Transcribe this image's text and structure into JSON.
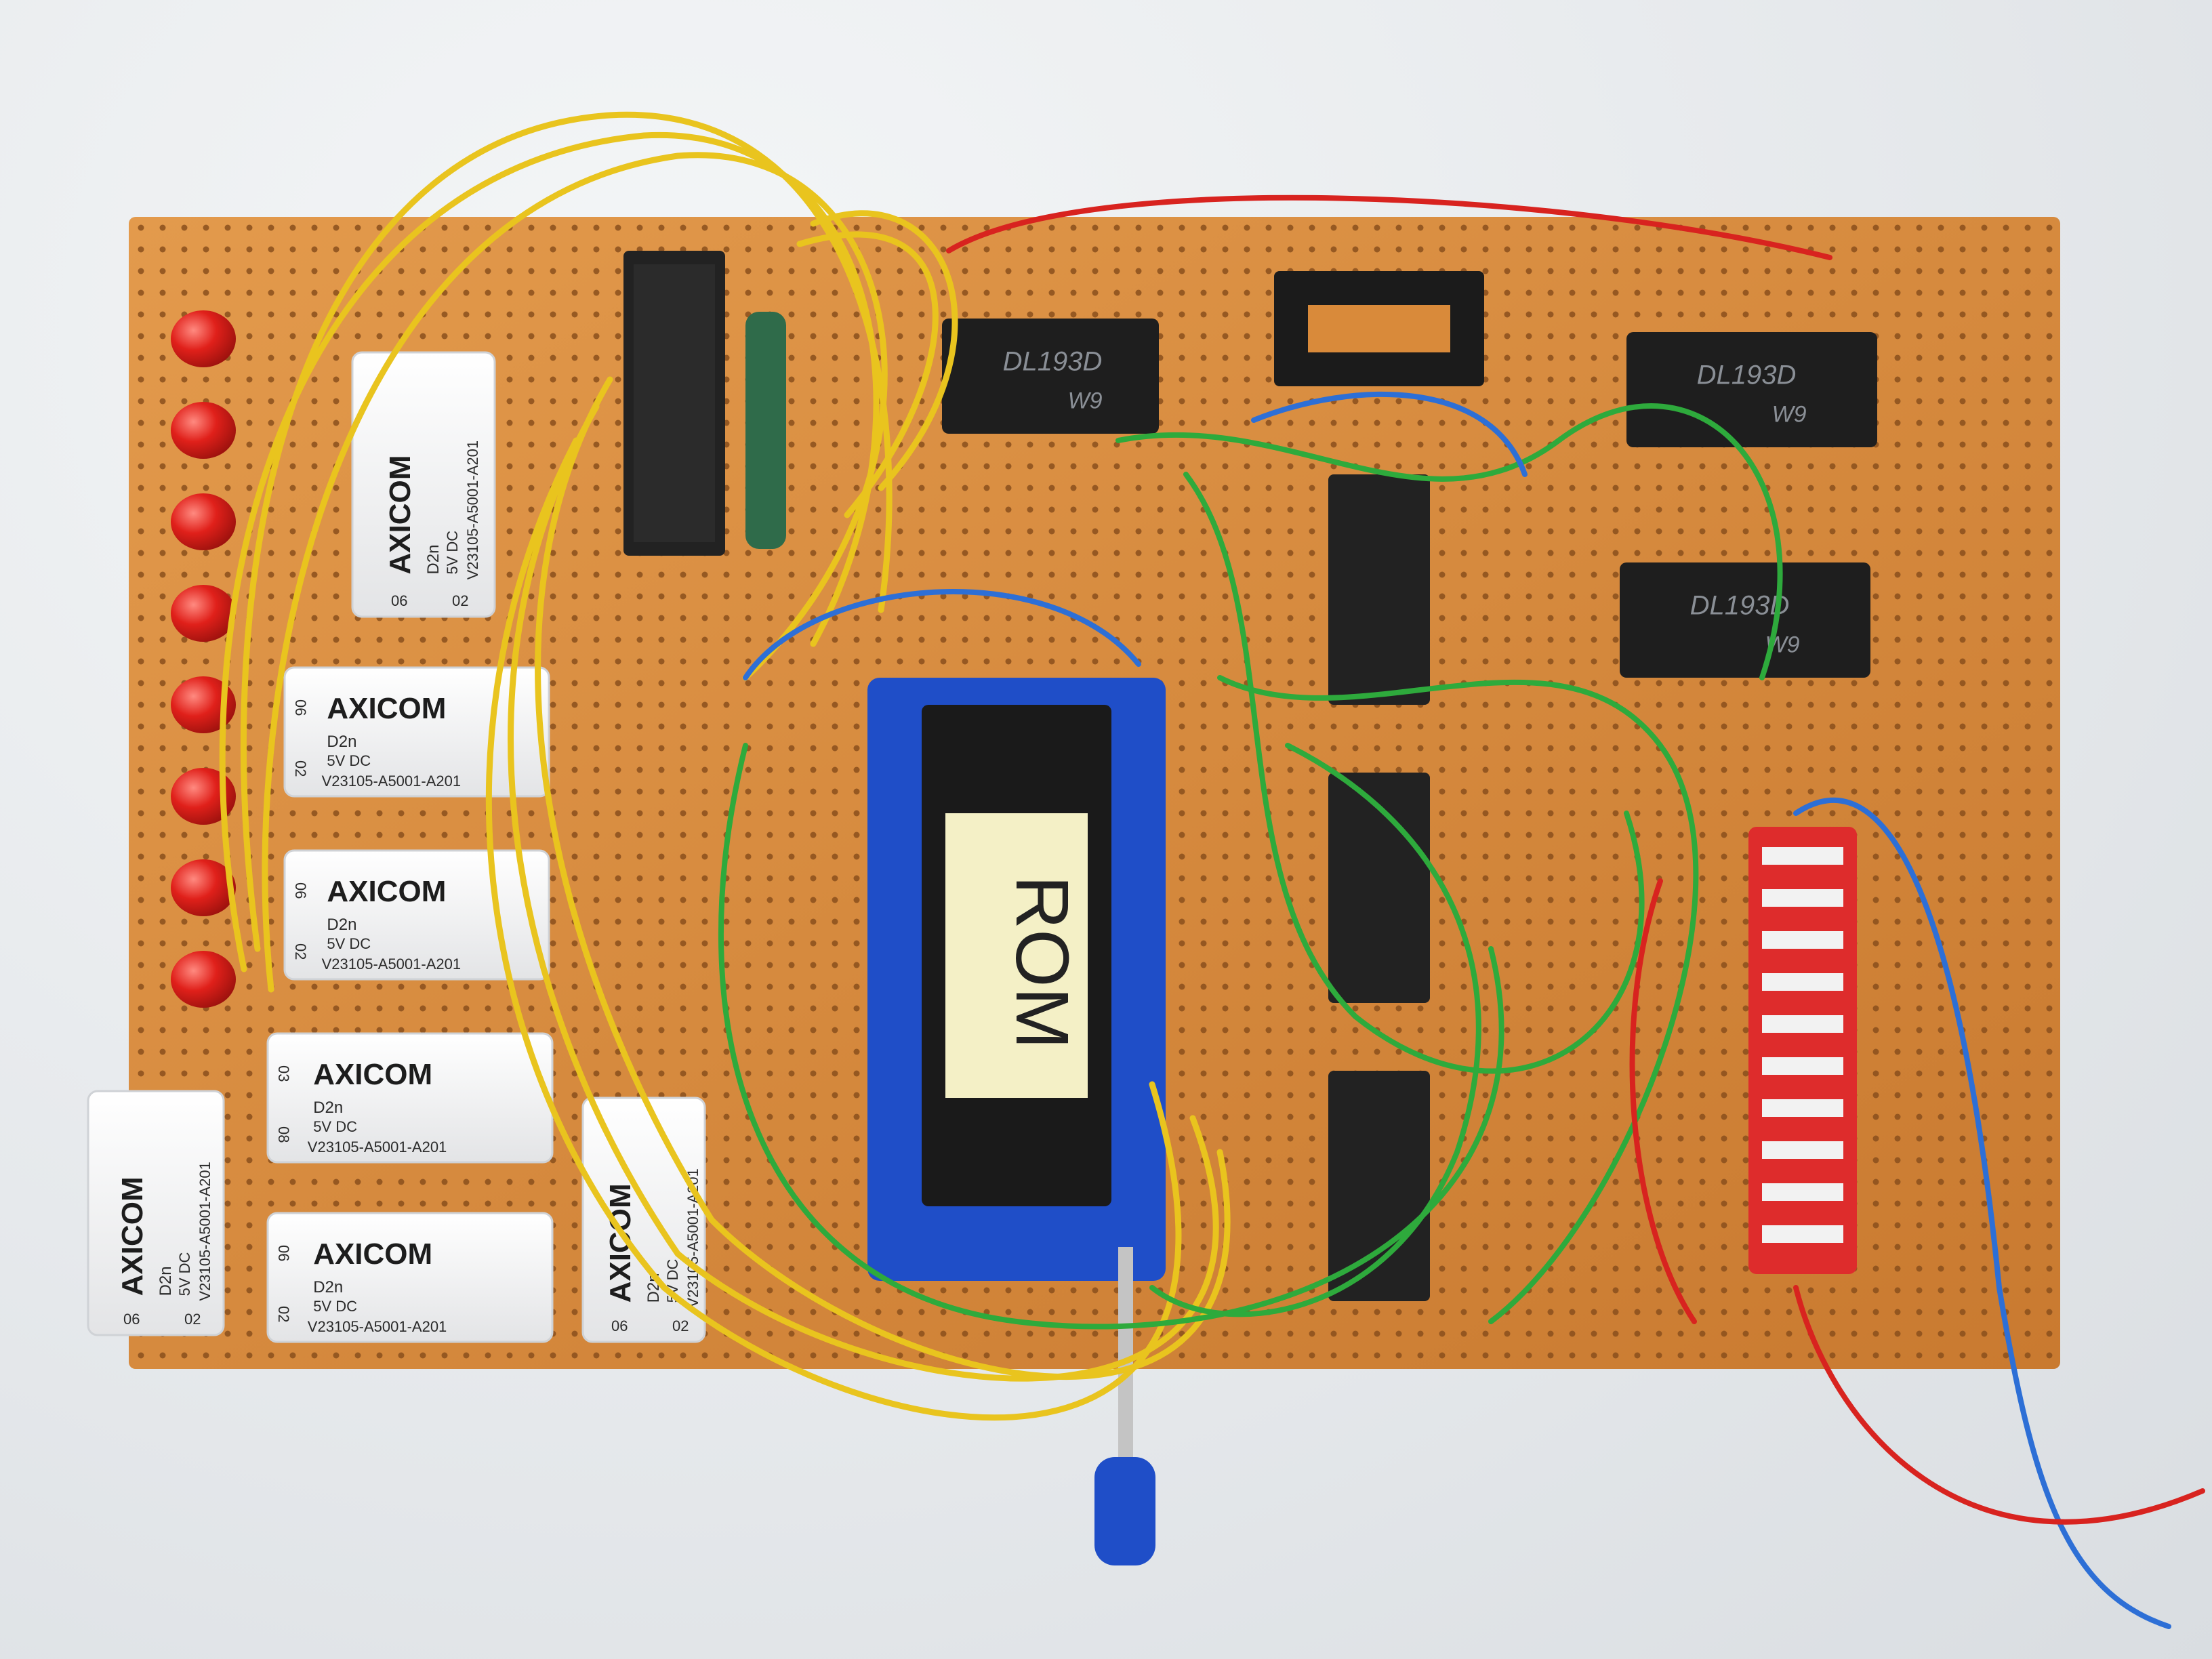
{
  "board": {
    "relays": [
      {
        "brand": "AXICOM",
        "model": "D2n",
        "voltage": "5V DC",
        "part": "V23105-A5001-A201",
        "pin_left": "06",
        "pin_right": "02"
      },
      {
        "brand": "AXICOM",
        "model": "D2n",
        "voltage": "5V DC",
        "part": "V23105-A5001-A201",
        "pin_left": "06",
        "pin_right": "02"
      },
      {
        "brand": "AXICOM",
        "model": "D2n",
        "voltage": "5V DC",
        "part": "V23105-A5001-A201",
        "pin_left": "06",
        "pin_right": "02"
      },
      {
        "brand": "AXICOM",
        "model": "D2n",
        "voltage": "5V DC",
        "part": "V23105-A5001-A201",
        "pin_left": "03",
        "pin_right": "08"
      },
      {
        "brand": "AXICOM",
        "model": "D2n",
        "voltage": "5V DC",
        "part": "V23105-A5001-A201",
        "pin_left": "06",
        "pin_right": "02"
      },
      {
        "brand": "AXICOM",
        "model": "D2n",
        "voltage": "5V DC",
        "part": "V23105-A5001-A201",
        "pin_left": "06",
        "pin_right": "02"
      },
      {
        "brand": "AXICOM",
        "model": "D2n",
        "voltage": "5V DC",
        "part": "V23105-A5001-A201",
        "pin_left": "06",
        "pin_right": "02"
      }
    ],
    "counter_chips": [
      {
        "label": "DL193D",
        "code": "W9"
      },
      {
        "label": "DL193D",
        "code": "W9"
      },
      {
        "label": "DL193D",
        "code": "W9"
      }
    ],
    "rom_label": "ROM",
    "led_color": "#e0201a",
    "board_color": "#d98a3a"
  }
}
